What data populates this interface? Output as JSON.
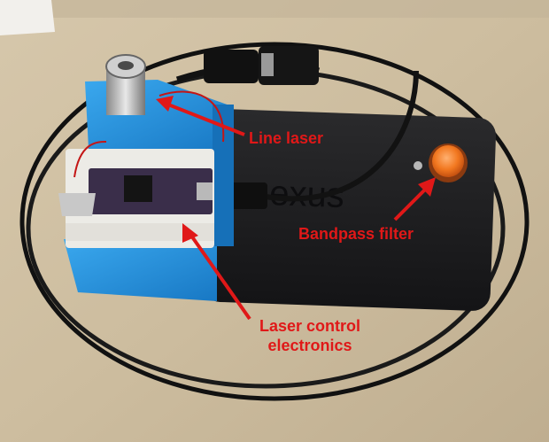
{
  "annotations": {
    "line_laser": "Line laser",
    "bandpass_filter": "Bandpass filter",
    "laser_control_line1": "Laser control",
    "laser_control_line2": "electronics"
  },
  "device": {
    "phone_brand_text": "nexus"
  },
  "colors": {
    "annotation_red": "#e01818",
    "mount_blue": "#1e90d6",
    "phone_black": "#1b1b1d",
    "filter_orange": "#f07a20",
    "table_wood": "#d9c9ad"
  }
}
